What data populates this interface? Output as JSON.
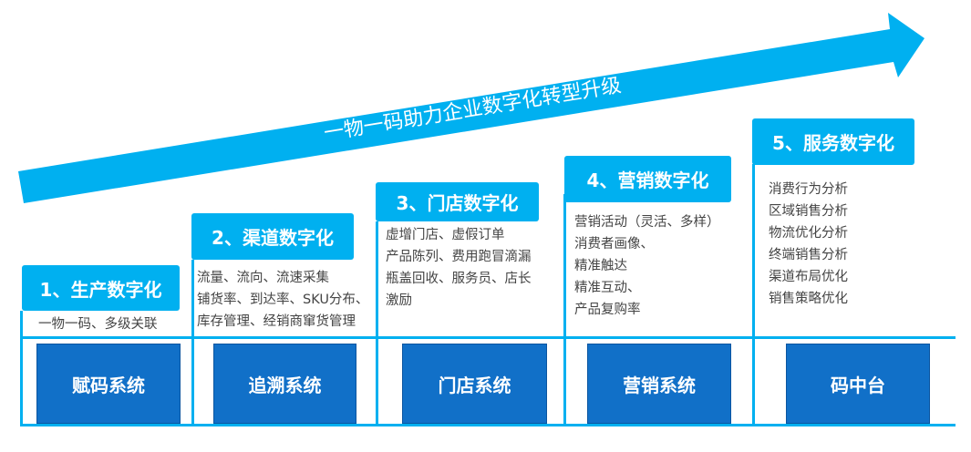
{
  "arrow": {
    "label": "一物一码助力企业数字化转型升级",
    "color": "#00b0f0"
  },
  "stages": [
    {
      "title": "1、生产数字化",
      "lines": [
        "一物一码、多级关联"
      ],
      "system": "赋码系统"
    },
    {
      "title": "2、渠道数字化",
      "lines": [
        "流量、流向、流速采集",
        "铺货率、到达率、SKU分布、",
        "库存管理、经销商窜货管理"
      ],
      "system": "追溯系统"
    },
    {
      "title": "3、门店数字化",
      "lines": [
        "虚增门店、虚假订单",
        "产品陈列、费用跑冒滴漏",
        "瓶盖回收、服务员、店长",
        "激励"
      ],
      "system": "门店系统"
    },
    {
      "title": "4、营销数字化",
      "lines": [
        "营销活动（灵活、多样）",
        "消费者画像、",
        "精准触达",
        "精准互动、",
        "产品复购率"
      ],
      "system": "营销系统"
    },
    {
      "title": "5、服务数字化",
      "lines": [
        "消费行为分析",
        "区域销售分析",
        "物流优化分析",
        "终端销售分析",
        "渠道布局优化",
        "销售策略优化"
      ],
      "system": "码中台"
    }
  ],
  "colors": {
    "accent": "#00b0f0",
    "system_box": "#1170c8",
    "text": "#444444"
  }
}
